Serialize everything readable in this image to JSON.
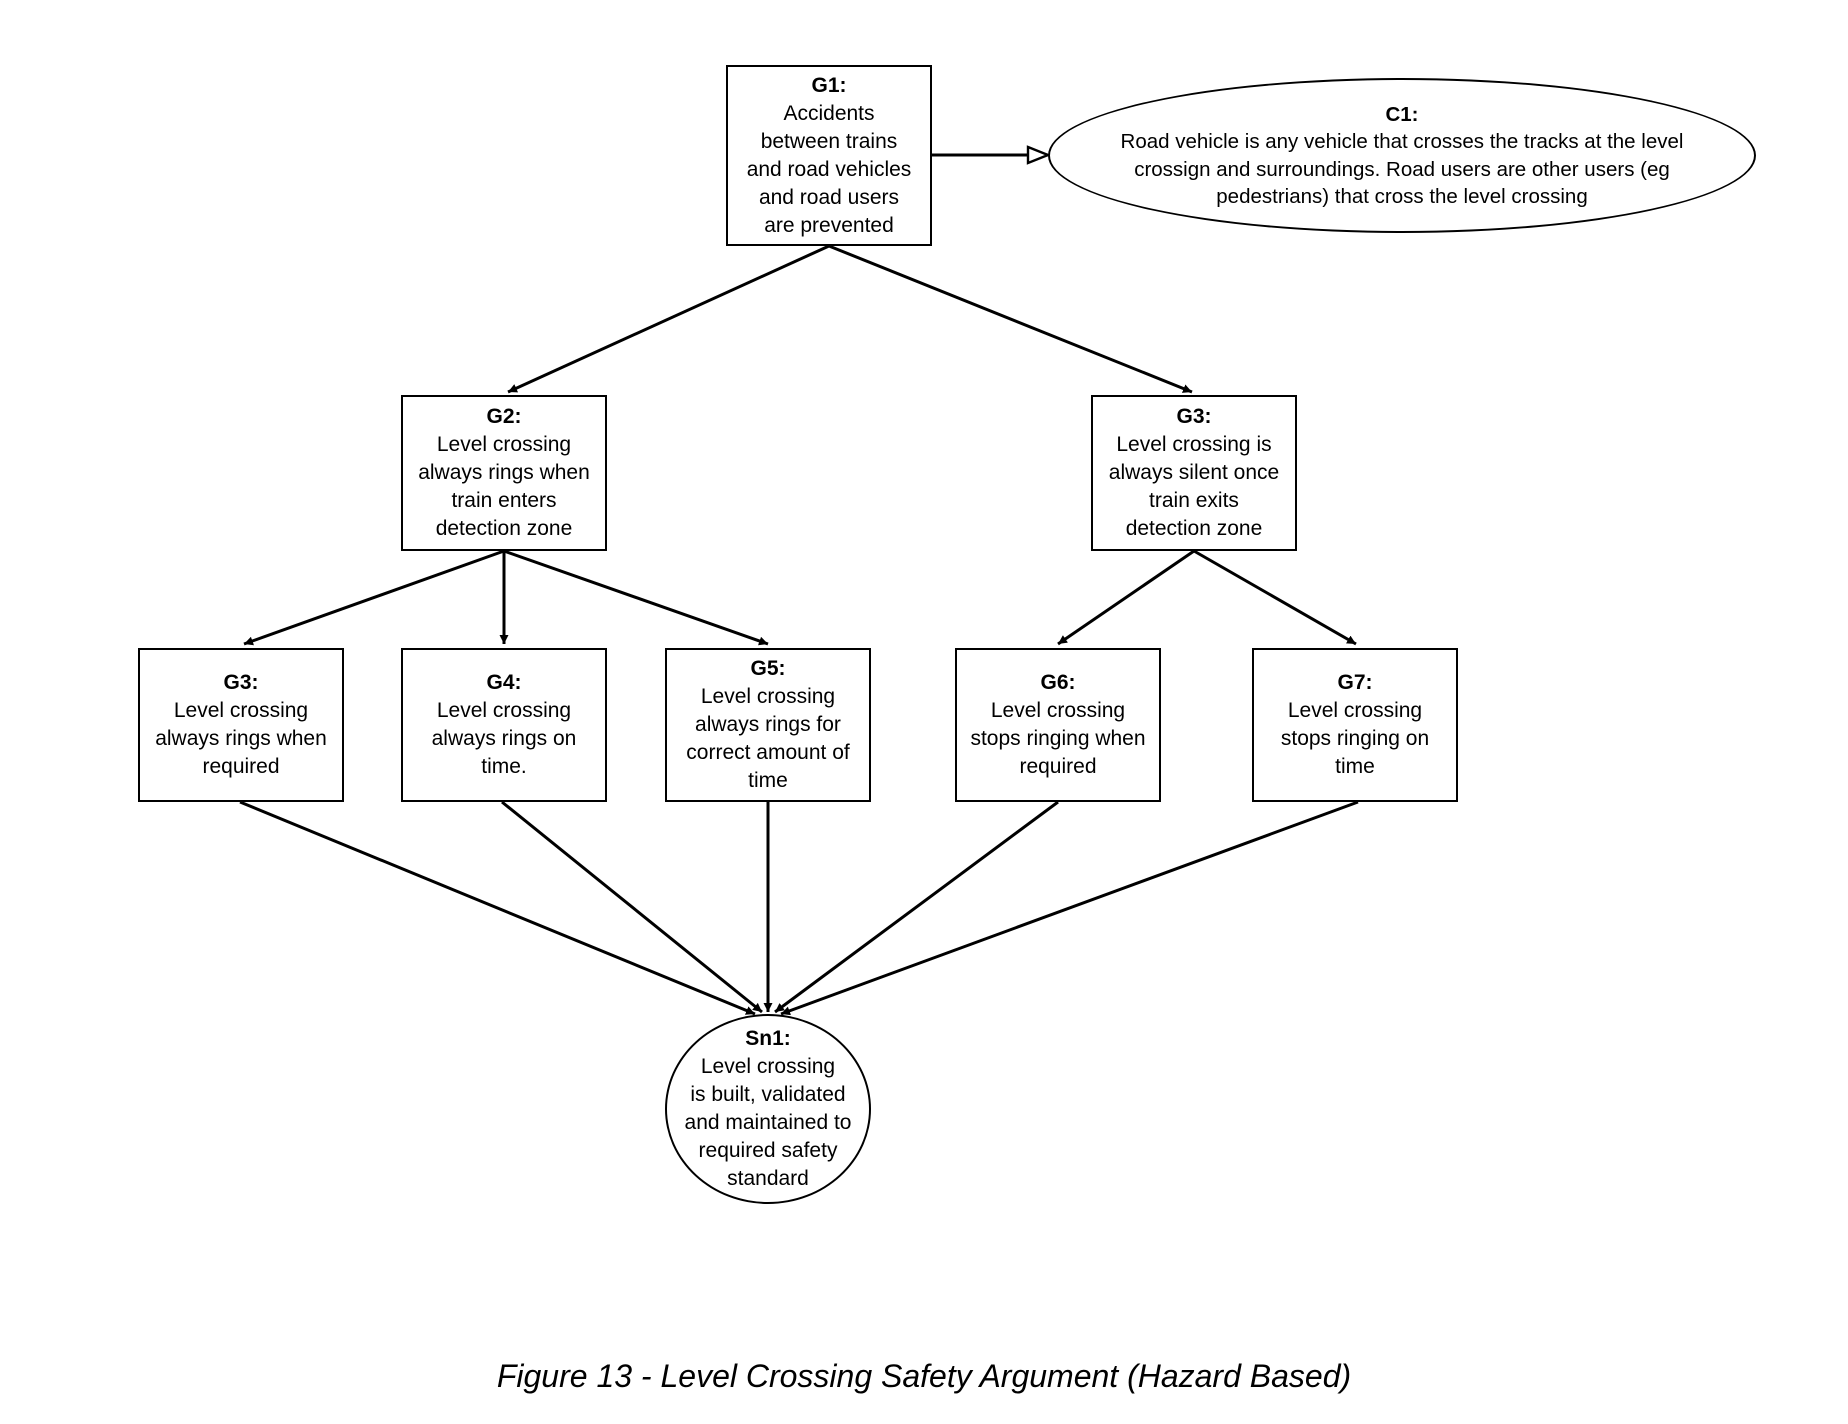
{
  "nodes": {
    "g1": {
      "label": "G1:",
      "text": "Accidents\nbetween trains\nand road vehicles\nand road users\nare prevented"
    },
    "c1": {
      "label": "C1:",
      "text": "Road vehicle is any vehicle that crosses the tracks at the level\ncrossign and surroundings. Road users are other users (eg\npedestrians) that cross the level crossing"
    },
    "g2": {
      "label": "G2:",
      "text": "Level crossing\nalways rings when\ntrain enters\ndetection zone"
    },
    "g3r": {
      "label": "G3:",
      "text": "Level crossing  is\nalways silent once\ntrain exits\ndetection zone"
    },
    "g3l": {
      "label": "G3:",
      "text": "Level crossing\nalways rings when\nrequired"
    },
    "g4": {
      "label": "G4:",
      "text": "Level crossing\nalways rings on\ntime."
    },
    "g5": {
      "label": "G5:",
      "text": "Level crossing\nalways rings for\ncorrect amount of\ntime"
    },
    "g6": {
      "label": "G6:",
      "text": "Level crossing\nstops ringing when\nrequired"
    },
    "g7": {
      "label": "G7:",
      "text": "Level crossing\nstops ringing on\ntime"
    },
    "sn1": {
      "label": "Sn1:",
      "text": "Level crossing\nis built, validated\nand maintained to\nrequired safety\nstandard"
    }
  },
  "edges": [
    {
      "from": "g1",
      "to": "c1",
      "type": "in-context-of"
    },
    {
      "from": "g1",
      "to": "g2",
      "type": "supported-by"
    },
    {
      "from": "g1",
      "to": "g3r",
      "type": "supported-by"
    },
    {
      "from": "g2",
      "to": "g3l",
      "type": "supported-by"
    },
    {
      "from": "g2",
      "to": "g4",
      "type": "supported-by"
    },
    {
      "from": "g2",
      "to": "g5",
      "type": "supported-by"
    },
    {
      "from": "g3r",
      "to": "g6",
      "type": "supported-by"
    },
    {
      "from": "g3r",
      "to": "g7",
      "type": "supported-by"
    },
    {
      "from": "g3l",
      "to": "sn1",
      "type": "supported-by"
    },
    {
      "from": "g4",
      "to": "sn1",
      "type": "supported-by"
    },
    {
      "from": "g5",
      "to": "sn1",
      "type": "supported-by"
    },
    {
      "from": "g6",
      "to": "sn1",
      "type": "supported-by"
    },
    {
      "from": "g7",
      "to": "sn1",
      "type": "supported-by"
    }
  ],
  "caption": "Figure 13 - Level Crossing Safety Argument (Hazard Based)"
}
